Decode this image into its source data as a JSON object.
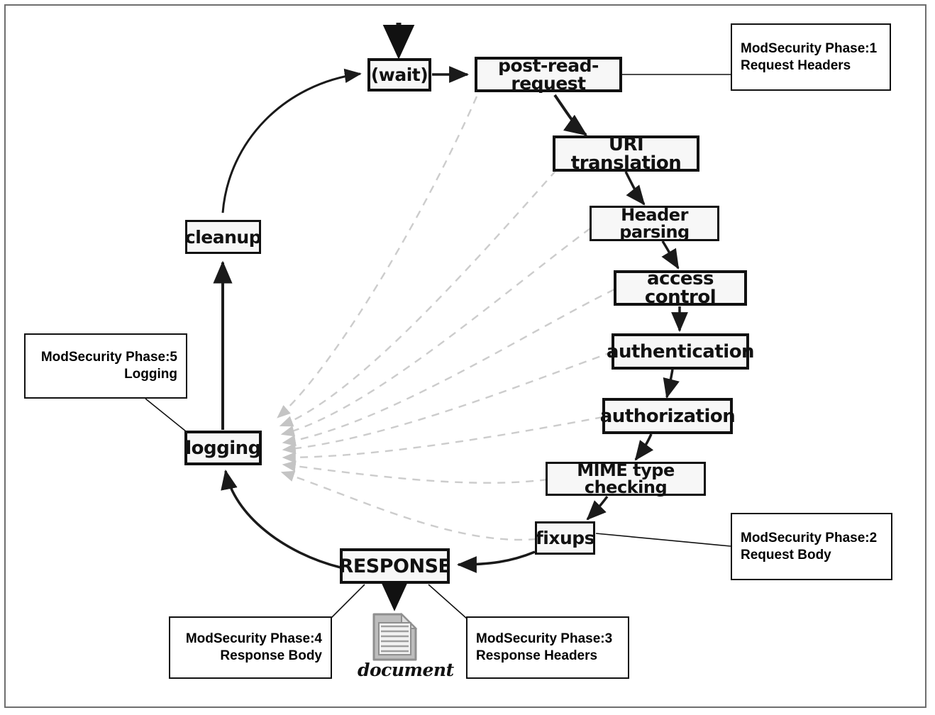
{
  "diagram": {
    "title": "Apache request processing phases with ModSecurity phases",
    "colors": {
      "box_border": "#111111",
      "box_fill": "#f7f7f7",
      "note_border": "#111111",
      "note_fill": "#ffffff",
      "solid_arrow": "#1a1a1a",
      "dashed_arrow": "#c8c8c8",
      "frame": "#6e6e6e",
      "document_icon": "#9a9a9a"
    },
    "nodes": [
      {
        "id": "wait",
        "label": "(wait)"
      },
      {
        "id": "post_read",
        "label": "post-read-request"
      },
      {
        "id": "uri",
        "label": "URI translation"
      },
      {
        "id": "header",
        "label": "Header parsing"
      },
      {
        "id": "access",
        "label": "access control"
      },
      {
        "id": "authn",
        "label": "authentication"
      },
      {
        "id": "authz",
        "label": "authorization"
      },
      {
        "id": "mime",
        "label": "MIME type checking"
      },
      {
        "id": "fixups",
        "label": "fixups"
      },
      {
        "id": "response",
        "label": "RESPONSE"
      },
      {
        "id": "logging",
        "label": "logging"
      },
      {
        "id": "cleanup",
        "label": "cleanup"
      }
    ],
    "document": {
      "label": "document",
      "icon": "document-page-icon"
    },
    "notes": [
      {
        "id": "phase1",
        "line1": "ModSecurity Phase:1",
        "line2": "Request Headers",
        "align": "left",
        "target": "post-read-request"
      },
      {
        "id": "phase2",
        "line1": "ModSecurity Phase:2",
        "line2": "Request Body",
        "align": "left",
        "target": "fixups"
      },
      {
        "id": "phase3",
        "line1": "ModSecurity Phase:3",
        "line2": "Response Headers",
        "align": "left",
        "target": "RESPONSE"
      },
      {
        "id": "phase4",
        "line1": "ModSecurity Phase:4",
        "line2": "Response Body",
        "align": "right",
        "target": "RESPONSE"
      },
      {
        "id": "phase5",
        "line1": "ModSecurity Phase:5",
        "line2": "Logging",
        "align": "right",
        "target": "logging"
      }
    ],
    "flow_edges": [
      {
        "from": "start",
        "to": "wait",
        "style": "solid"
      },
      {
        "from": "cleanup",
        "to": "wait",
        "style": "solid"
      },
      {
        "from": "wait",
        "to": "post_read",
        "style": "solid"
      },
      {
        "from": "post_read",
        "to": "uri",
        "style": "solid"
      },
      {
        "from": "uri",
        "to": "header",
        "style": "solid"
      },
      {
        "from": "header",
        "to": "access",
        "style": "solid"
      },
      {
        "from": "access",
        "to": "authn",
        "style": "solid"
      },
      {
        "from": "authn",
        "to": "authz",
        "style": "solid"
      },
      {
        "from": "authz",
        "to": "mime",
        "style": "solid"
      },
      {
        "from": "mime",
        "to": "fixups",
        "style": "solid"
      },
      {
        "from": "fixups",
        "to": "response",
        "style": "solid"
      },
      {
        "from": "response",
        "to": "document",
        "style": "solid"
      },
      {
        "from": "response",
        "to": "logging",
        "style": "solid"
      },
      {
        "from": "logging",
        "to": "cleanup",
        "style": "solid"
      },
      {
        "from": "post_read",
        "to": "logging",
        "style": "dashed"
      },
      {
        "from": "uri",
        "to": "logging",
        "style": "dashed"
      },
      {
        "from": "header",
        "to": "logging",
        "style": "dashed"
      },
      {
        "from": "access",
        "to": "logging",
        "style": "dashed"
      },
      {
        "from": "authn",
        "to": "logging",
        "style": "dashed"
      },
      {
        "from": "authz",
        "to": "logging",
        "style": "dashed"
      },
      {
        "from": "mime",
        "to": "logging",
        "style": "dashed"
      },
      {
        "from": "fixups",
        "to": "logging",
        "style": "dashed"
      }
    ]
  }
}
